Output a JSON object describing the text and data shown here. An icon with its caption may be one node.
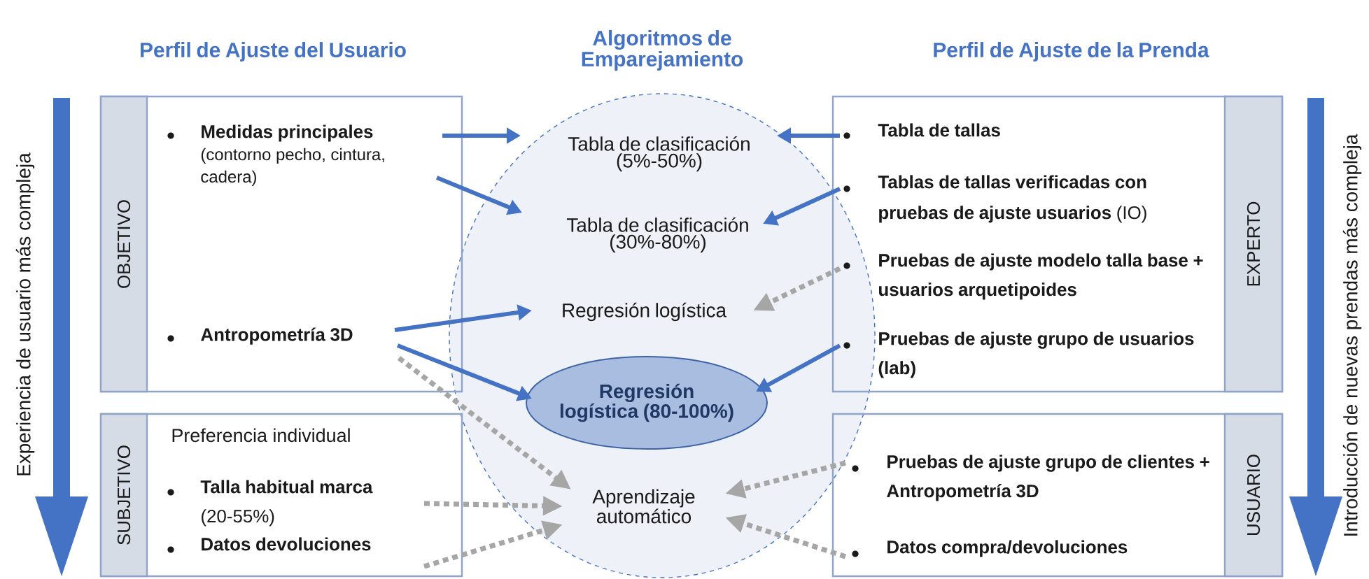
{
  "diagram": {
    "nodes": [
      {
        "text": [
          "OBJETIVO"
        ]
      },
      {
        "text": [
          "Medidas principales",
          "(contorno pecho, cintura, cadera)"
        ],
        "in": 0
      },
      {
        "text": [
          "Antropometría 3D"
        ],
        "in": 0
      },
      {
        "text": [
          "SUBJETIVO",
          "Preferencia individual"
        ]
      },
      {
        "text": [
          "Talla habitual marca",
          "(20-55%)"
        ],
        "in": 3
      },
      {
        "text": [
          "Datos devoluciones"
        ],
        "in": 3
      },
      {
        "text": [],
        "shape": "ellipse"
      },
      {
        "text": [
          "Tabla de clasificación (5%-50%)"
        ],
        "in": 6
      },
      {
        "text": [
          "Tabla de clasificación (30%-80%)"
        ],
        "in": 6
      },
      {
        "text": [
          "Regresión logística"
        ],
        "in": 6
      },
      {
        "text": [
          "Regresión logística (80-100%)"
        ],
        "in": 6
      },
      {
        "text": [
          "Aprendizaje automático"
        ],
        "in": 6
      },
      {
        "text": [
          "EXPERTO"
        ]
      },
      {
        "text": [
          "Tabla de tallas"
        ],
        "in": 12
      },
      {
        "text": [
          "**Tablas de tallas verificadas con pruebas de ajuste usuarios** (IO)"
        ],
        "in": 12
      },
      {
        "text": [
          "Pruebas de ajuste modelo talla base + usuarios arquetipoides"
        ]
      },
      {
        "text": [
          "Pruebas de ajuste grupo de usuarios (lab)"
        ]
      },
      {
        "text": [
          "USUARIO"
        ]
      },
      {
        "text": [
          "Pruebas de ajuste grupo de clientes + Antropometría 3D"
        ],
        "in": 17
      },
      {
        "text": [
          "Datos compra/devoluciones"
        ],
        "in": 17
      }
    ],
    "edges": [
      {
        "from": 1,
        "to": 7,
        "arrow": "to"
      },
      {
        "from": 1,
        "to": 8,
        "arrow": "to"
      },
      {
        "from": 2,
        "to": 9,
        "arrow": "to"
      },
      {
        "from": 2,
        "to": 10,
        "arrow": "to"
      },
      {
        "from": 2,
        "to": 11,
        "arrow": "to",
        "style": "dashed",
        "color": "#a6a6a6"
      },
      {
        "from": 4,
        "to": 11,
        "arrow": "to",
        "style": "dashed",
        "color": "#a6a6a6"
      },
      {
        "from": 5,
        "to": 11,
        "arrow": "to",
        "style": "dashed",
        "color": "#a6a6a6"
      },
      {
        "from": 13,
        "to": 7,
        "arrow": "to"
      },
      {
        "from": 14,
        "to": 8,
        "arrow": "to"
      },
      {
        "from": 15,
        "to": 9,
        "arrow": "to",
        "style": "dashed",
        "color": "#a6a6a6"
      },
      {
        "from": 16,
        "to": 10,
        "arrow": "to"
      },
      {
        "from": 18,
        "to": 11,
        "arrow": "to",
        "style": "dashed",
        "color": "#a6a6a6"
      },
      {
        "from": 19,
        "to": 11,
        "arrow": "to",
        "style": "dashed",
        "color": "#a6a6a6"
      }
    ],
    "labels": [
      "Perfil de Ajuste del Usuario",
      "Algoritmos de Emparejamiento",
      "Perfil de Ajuste de la Prenda",
      "Experiencia de usuario más compleja",
      "Introducción de nuevas prendas más compleja"
    ]
  }
}
